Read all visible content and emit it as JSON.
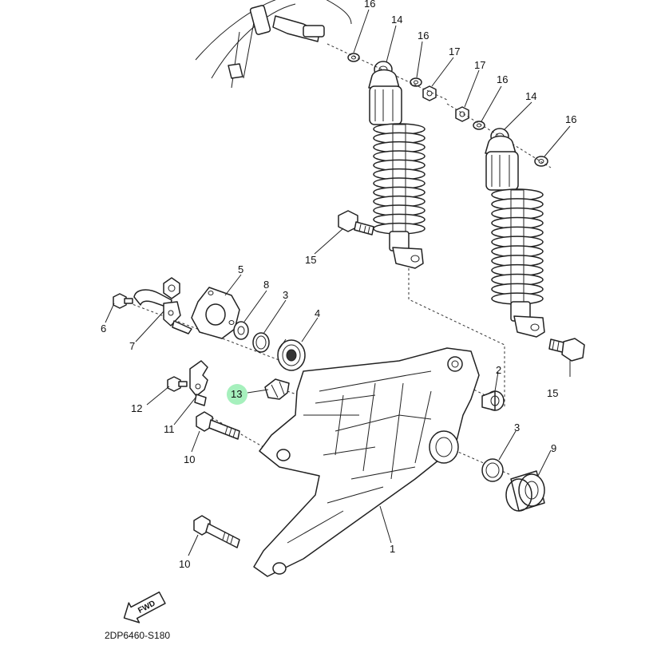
{
  "diagram": {
    "code": "2DP6460-S180",
    "fwd_label": "FWD",
    "callouts": [
      {
        "id": "c16a",
        "text": "16"
      },
      {
        "id": "c14a",
        "text": "14"
      },
      {
        "id": "c16b",
        "text": "16"
      },
      {
        "id": "c17a",
        "text": "17"
      },
      {
        "id": "c17b",
        "text": "17"
      },
      {
        "id": "c16c",
        "text": "16"
      },
      {
        "id": "c14b",
        "text": "14"
      },
      {
        "id": "c16d",
        "text": "16"
      },
      {
        "id": "c15a",
        "text": "15"
      },
      {
        "id": "c5",
        "text": "5"
      },
      {
        "id": "c8",
        "text": "8"
      },
      {
        "id": "c3a",
        "text": "3"
      },
      {
        "id": "c4",
        "text": "4"
      },
      {
        "id": "c6",
        "text": "6"
      },
      {
        "id": "c7",
        "text": "7"
      },
      {
        "id": "c13",
        "text": "13"
      },
      {
        "id": "c12",
        "text": "12"
      },
      {
        "id": "c11",
        "text": "11"
      },
      {
        "id": "c2",
        "text": "2"
      },
      {
        "id": "c15b",
        "text": "15"
      },
      {
        "id": "c10a",
        "text": "10"
      },
      {
        "id": "c3b",
        "text": "3"
      },
      {
        "id": "c9",
        "text": "9"
      },
      {
        "id": "c1",
        "text": "1"
      },
      {
        "id": "c10b",
        "text": "10"
      }
    ],
    "highlight_color": "#a6f0bd"
  }
}
